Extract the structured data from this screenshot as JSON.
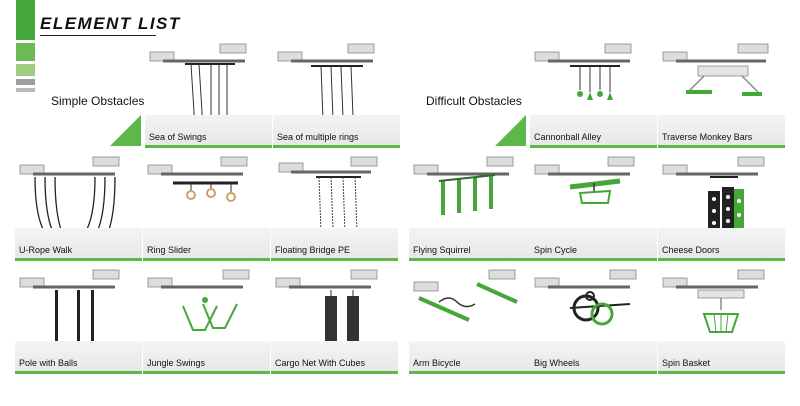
{
  "header": {
    "title": "ELEMENT LIST",
    "accent_colors": [
      "#45a63a",
      "#6dbb55",
      "#9dcc82",
      "#9e9e9e",
      "#b9b9b9"
    ]
  },
  "sections": {
    "simple": "Simple Obstacles",
    "difficult": "Difficult Obstacles"
  },
  "items": [
    {
      "label": "Sea of Swings",
      "icon": "swings-icon"
    },
    {
      "label": "Sea of multiple rings",
      "icon": "rings-icon"
    },
    {
      "label": "Cannonball Alley",
      "icon": "cannonball-icon"
    },
    {
      "label": "Traverse Monkey Bars",
      "icon": "monkey-bars-icon"
    },
    {
      "label": "U-Rope Walk",
      "icon": "u-rope-icon"
    },
    {
      "label": "Ring Slider",
      "icon": "ring-slider-icon"
    },
    {
      "label": "Floating Bridge PE",
      "icon": "floating-bridge-icon"
    },
    {
      "label": "Flying Squirrel",
      "icon": "flying-squirrel-icon"
    },
    {
      "label": "Spin Cycle",
      "icon": "spin-cycle-icon"
    },
    {
      "label": "Cheese Doors",
      "icon": "cheese-doors-icon"
    },
    {
      "label": "Pole with Balls",
      "icon": "pole-balls-icon"
    },
    {
      "label": "Jungle Swings",
      "icon": "jungle-swings-icon"
    },
    {
      "label": "Cargo Net With Cubes",
      "icon": "cargo-net-icon"
    },
    {
      "label": "Arm Bicycle",
      "icon": "arm-bicycle-icon"
    },
    {
      "label": "Big Wheels",
      "icon": "big-wheels-icon"
    },
    {
      "label": "Spin Basket",
      "icon": "spin-basket-icon"
    }
  ]
}
